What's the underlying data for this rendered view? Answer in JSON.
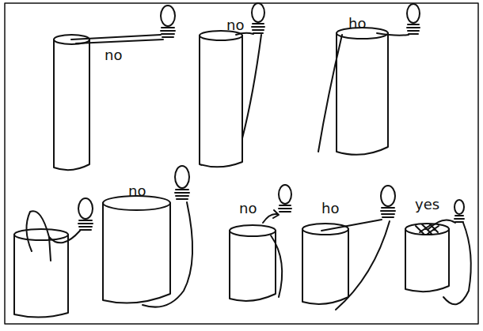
{
  "diagram": {
    "labels": [
      "no",
      "no",
      "ho",
      "no",
      "no",
      "ho",
      "yes"
    ]
  }
}
